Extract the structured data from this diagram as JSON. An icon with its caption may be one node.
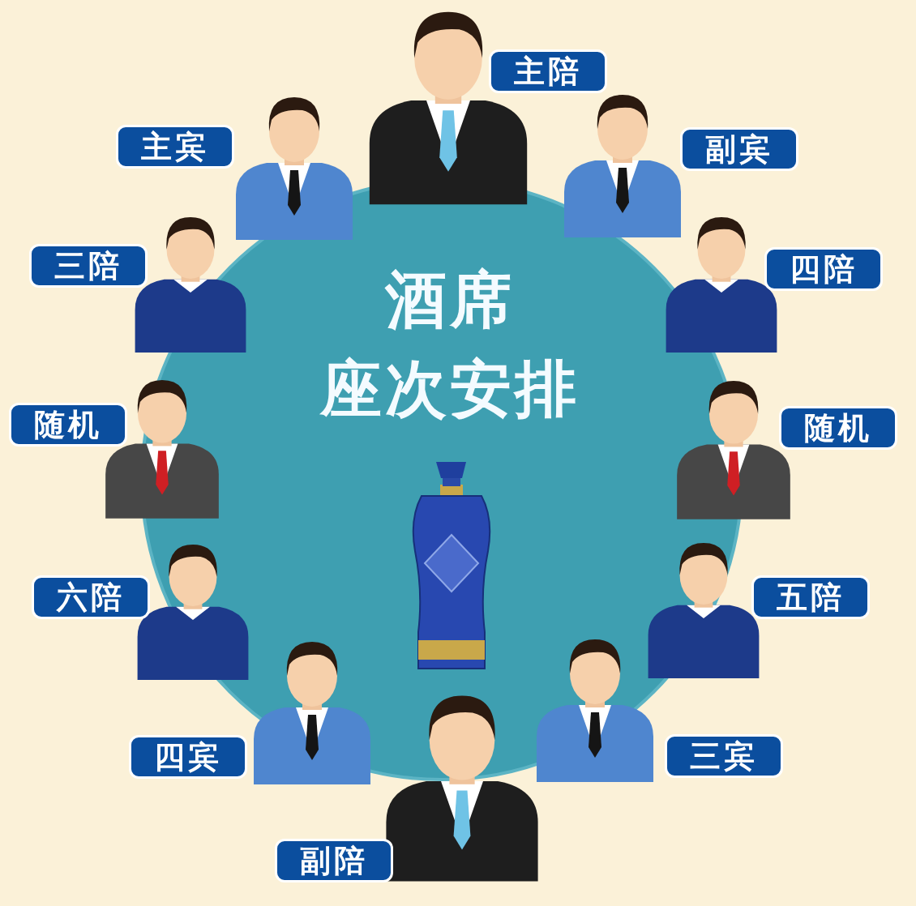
{
  "diagram": {
    "title": "酒席座次安排",
    "nodes": [
      {
        "text": [
          "主陪"
        ]
      },
      {
        "text": [
          "主宾"
        ]
      },
      {
        "text": [
          "副宾"
        ]
      },
      {
        "text": [
          "三陪"
        ]
      },
      {
        "text": [
          "四陪"
        ]
      },
      {
        "text": [
          "随机"
        ]
      },
      {
        "text": [
          "随机"
        ]
      },
      {
        "text": [
          "六陪"
        ]
      },
      {
        "text": [
          "五陪"
        ]
      },
      {
        "text": [
          "四宾"
        ]
      },
      {
        "text": [
          "三宾"
        ]
      },
      {
        "text": [
          "副陪"
        ]
      }
    ]
  }
}
